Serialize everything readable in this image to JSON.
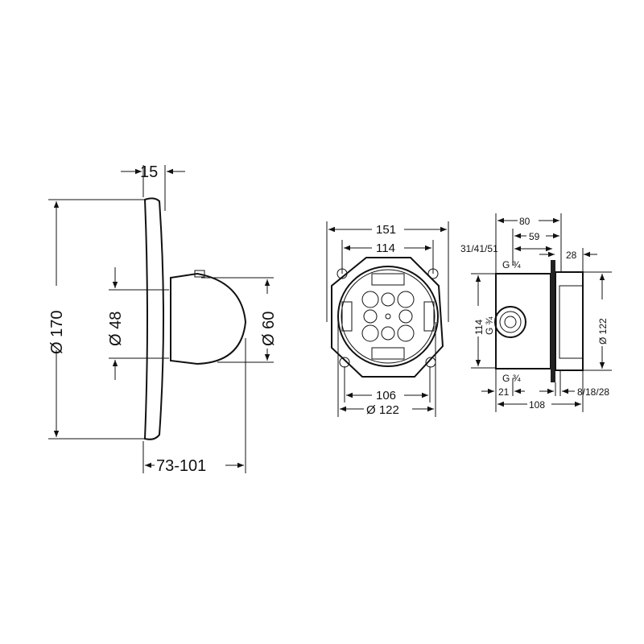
{
  "colors": {
    "line": "#111111",
    "background": "#ffffff"
  },
  "front_view": {
    "diameter_plate": "Ø 170",
    "depth_plate": "15",
    "diameter_inner": "Ø 48",
    "diameter_handle": "Ø 60",
    "projection": "73-101"
  },
  "box_front": {
    "width_outer": "151",
    "width_inner": "114",
    "width_bottom": "106",
    "diameter": "Ø 122"
  },
  "box_side": {
    "depth_80": "80",
    "depth_59": "59",
    "depth_range": "31/41/51",
    "cover_28": "28",
    "thread_top": "G ¾",
    "height_114": "114",
    "thread_side": "G ¾",
    "thread_bottom": "G ¾",
    "diameter": "Ø 122",
    "offset_21": "21",
    "plaster_range": "8/18/28",
    "depth_108": "108"
  }
}
